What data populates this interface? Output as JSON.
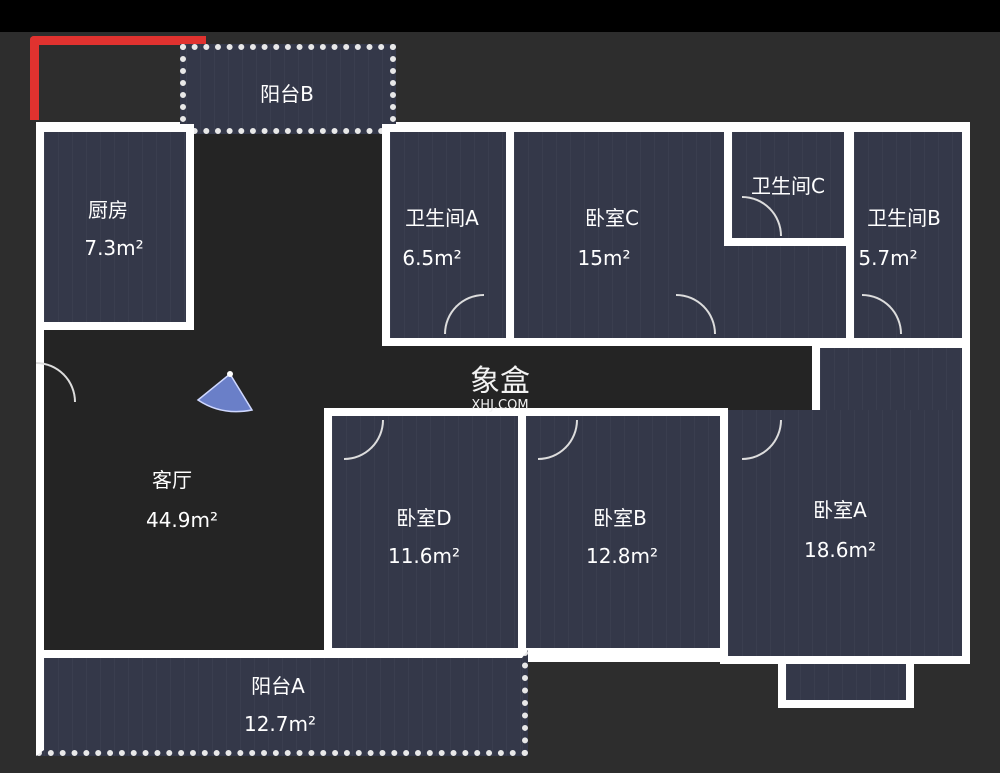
{
  "rooms": [
    {
      "name": "阳台B",
      "area": ""
    },
    {
      "name": "厨房",
      "area": "7.3m²"
    },
    {
      "name": "卫生间A",
      "area": "6.5m²"
    },
    {
      "name": "卧室C",
      "area": "15m²"
    },
    {
      "name": "卫生间C",
      "area": ""
    },
    {
      "name": "卫生间B",
      "area": "5.7m²"
    },
    {
      "name": "客厅",
      "area": "44.9m²"
    },
    {
      "name": "卧室D",
      "area": "11.6m²"
    },
    {
      "name": "卧室B",
      "area": "12.8m²"
    },
    {
      "name": "卧室A",
      "area": "18.6m²"
    },
    {
      "name": "阳台A",
      "area": "12.7m²"
    }
  ],
  "watermark": {
    "logo": "象盒",
    "site": "XHJ.COM"
  },
  "colors": {
    "highlight": "#e0322f",
    "wall": "#ffffff",
    "room": "#343849",
    "background": "#2d2d2d"
  },
  "icons": {
    "compass": "view-direction-fan-icon"
  }
}
